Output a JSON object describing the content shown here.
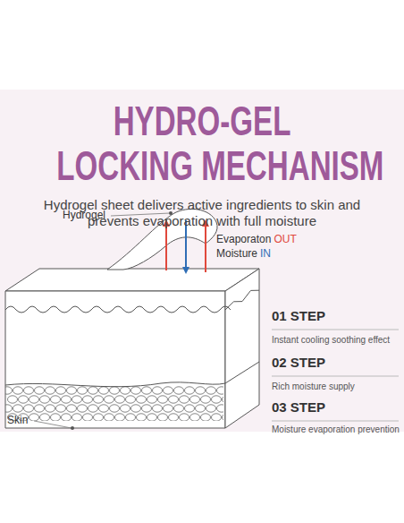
{
  "diagram": {
    "title": "HYDRO-GEL LOCKING MECHANISM",
    "labels": [
      "Hydrogel sheet delivers active ingredients to skin and prevents evaporation with full moisture",
      "Hydrogel",
      "Evaporaton",
      "OUT",
      "Moisture",
      "IN",
      "01 STEP",
      "Instant cooling soothing effect",
      "02 STEP",
      "Rich moisture supply",
      "03 STEP",
      "Moisture evaporation prevention",
      "Skin"
    ]
  }
}
